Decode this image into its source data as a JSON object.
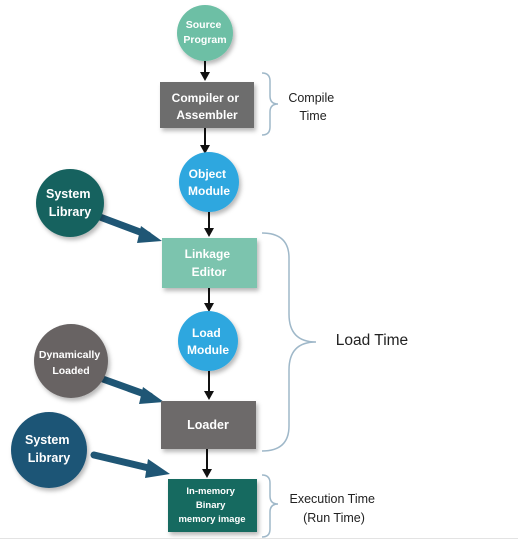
{
  "nodes": {
    "source_program": {
      "lines": [
        "Source",
        "Program"
      ],
      "color": "#6dbfa5"
    },
    "compiler_assembler": {
      "lines": [
        "Compiler or",
        "Assembler"
      ],
      "color": "#6d6d6d"
    },
    "object_module": {
      "lines": [
        "Object",
        "Module"
      ],
      "color": "#2ea7df"
    },
    "system_library_1": {
      "lines": [
        "System",
        "Library"
      ],
      "color": "#17625f"
    },
    "linkage_editor": {
      "lines": [
        "Linkage",
        "Editor"
      ],
      "color": "#7cc4ae"
    },
    "load_module": {
      "lines": [
        "Load",
        "Module"
      ],
      "color": "#2ea7df"
    },
    "dynamically_loaded": {
      "lines": [
        "Dynamically",
        "Loaded"
      ],
      "color": "#686464"
    },
    "loader": {
      "lines": [
        "Loader"
      ],
      "color": "#6d6a6a"
    },
    "system_library_2": {
      "lines": [
        "System",
        "Library"
      ],
      "color": "#1e5476"
    },
    "in_memory_image": {
      "lines": [
        "In-memory",
        "Binary",
        "memory image"
      ],
      "color": "#136b61"
    }
  },
  "annotations": {
    "compile_time": {
      "lines": [
        "Compile",
        "Time"
      ]
    },
    "load_time": {
      "lines": [
        "Load Time"
      ]
    },
    "execution_time": {
      "lines": [
        "Execution Time",
        "(Run Time)"
      ]
    }
  },
  "colors": {
    "flow_arrow": "#111111",
    "lib_arrow": "#1f5675",
    "brace": "#9fb8c9",
    "shadow": "#b5b5b5"
  }
}
